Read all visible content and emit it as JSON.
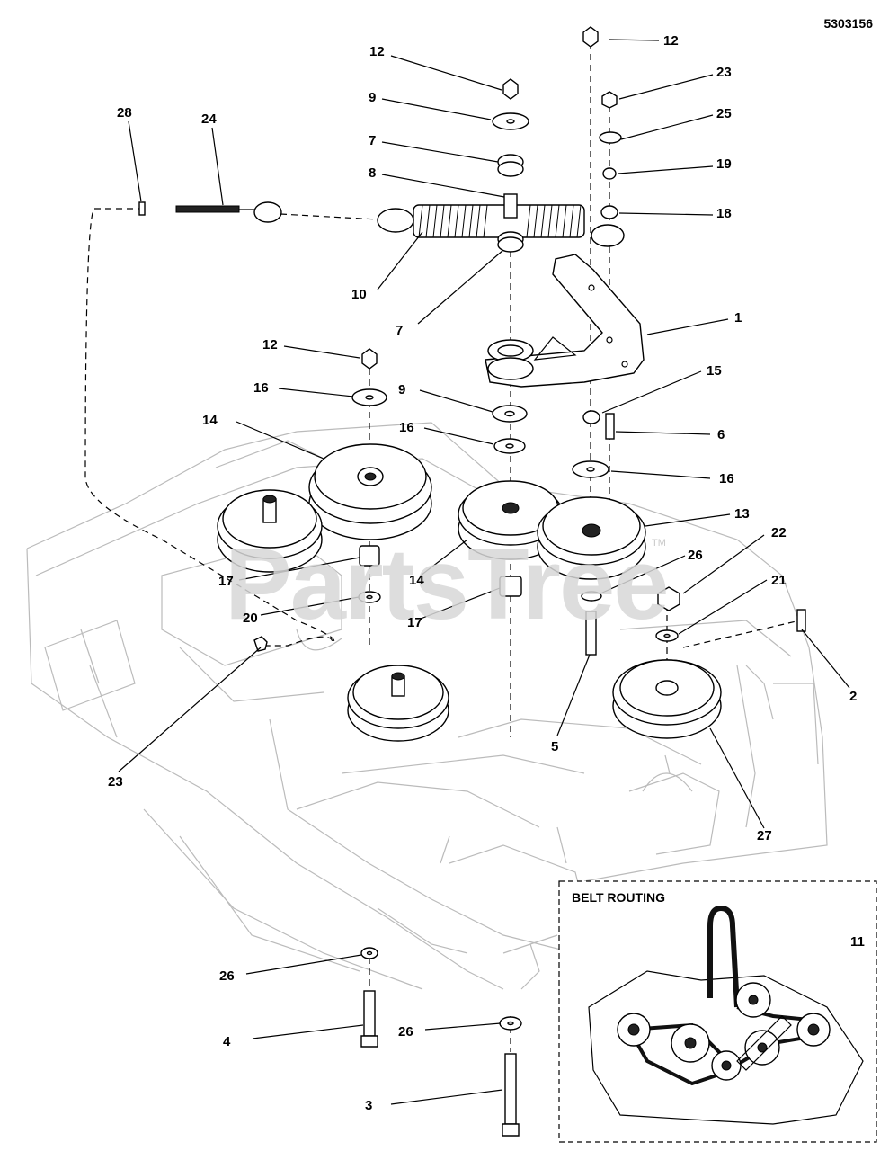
{
  "doc_number": "5303156",
  "belt_routing_title": "BELT ROUTING",
  "watermark": "PartsTree",
  "watermark_tm": "TM",
  "callouts": [
    {
      "id": "c-12a",
      "label": "12"
    },
    {
      "id": "c-12b",
      "label": "12"
    },
    {
      "id": "c-23a",
      "label": "23"
    },
    {
      "id": "c-9a",
      "label": "9"
    },
    {
      "id": "c-25",
      "label": "25"
    },
    {
      "id": "c-7a",
      "label": "7"
    },
    {
      "id": "c-19",
      "label": "19"
    },
    {
      "id": "c-28",
      "label": "28"
    },
    {
      "id": "c-24",
      "label": "24"
    },
    {
      "id": "c-8",
      "label": "8"
    },
    {
      "id": "c-18",
      "label": "18"
    },
    {
      "id": "c-10",
      "label": "10"
    },
    {
      "id": "c-7b",
      "label": "7"
    },
    {
      "id": "c-1",
      "label": "1"
    },
    {
      "id": "c-12c",
      "label": "12"
    },
    {
      "id": "c-15",
      "label": "15"
    },
    {
      "id": "c-16a",
      "label": "16"
    },
    {
      "id": "c-9b",
      "label": "9"
    },
    {
      "id": "c-14a",
      "label": "14"
    },
    {
      "id": "c-16b",
      "label": "16"
    },
    {
      "id": "c-6",
      "label": "6"
    },
    {
      "id": "c-16c",
      "label": "16"
    },
    {
      "id": "c-13",
      "label": "13"
    },
    {
      "id": "c-22",
      "label": "22"
    },
    {
      "id": "c-26a",
      "label": "26"
    },
    {
      "id": "c-17a",
      "label": "17"
    },
    {
      "id": "c-14b",
      "label": "14"
    },
    {
      "id": "c-21",
      "label": "21"
    },
    {
      "id": "c-20",
      "label": "20"
    },
    {
      "id": "c-17b",
      "label": "17"
    },
    {
      "id": "c-2",
      "label": "2"
    },
    {
      "id": "c-5",
      "label": "5"
    },
    {
      "id": "c-23b",
      "label": "23"
    },
    {
      "id": "c-27",
      "label": "27"
    },
    {
      "id": "c-11",
      "label": "11"
    },
    {
      "id": "c-26b",
      "label": "26"
    },
    {
      "id": "c-4",
      "label": "4"
    },
    {
      "id": "c-26c",
      "label": "26"
    },
    {
      "id": "c-3",
      "label": "3"
    }
  ]
}
